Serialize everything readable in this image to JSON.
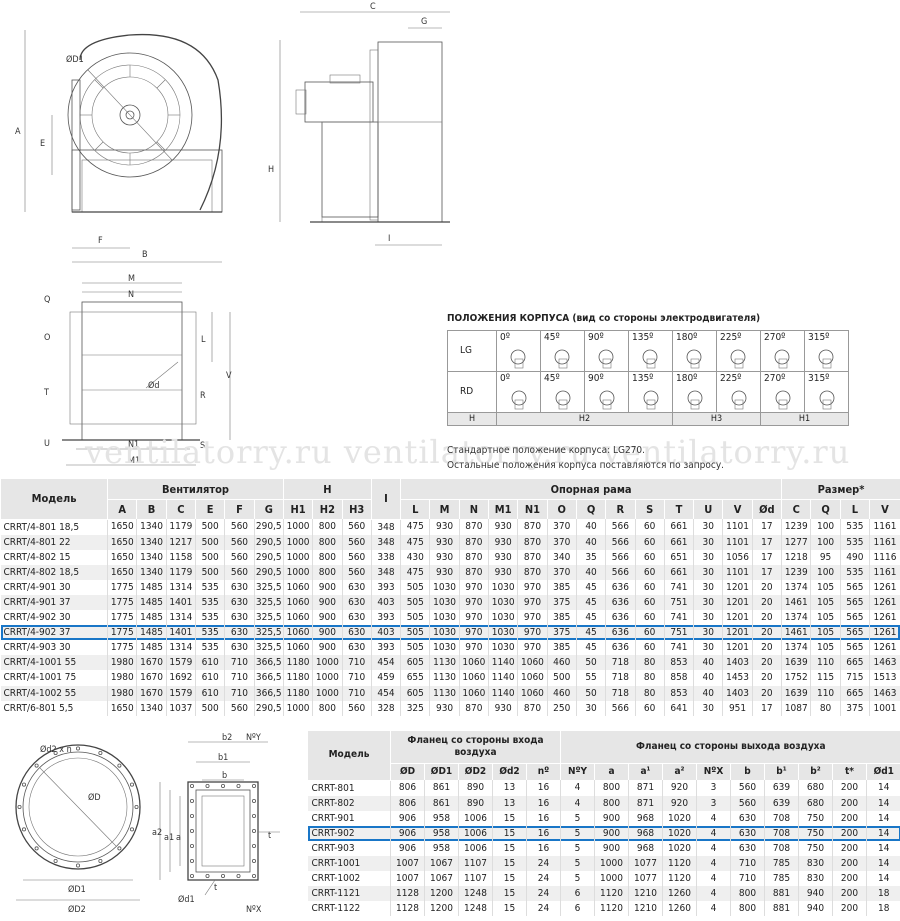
{
  "watermark": "ventilatorry.ru     ventilatorry.ru     ventilatorry.ru",
  "drawing_side": {
    "od1": "ØD1",
    "a": "A",
    "e": "E",
    "f": "F",
    "b": "B"
  },
  "drawing_front": {
    "c": "C",
    "g": "G",
    "h": "H",
    "i": "I"
  },
  "drawing_base": {
    "m": "M",
    "n": "N",
    "q": "Q",
    "o": "O",
    "t": "T",
    "u": "U",
    "l": "L",
    "v": "V",
    "r": "R",
    "s": "S",
    "od": "Ød",
    "n1": "N1",
    "m1": "M1"
  },
  "positions": {
    "title": "ПОЛОЖЕНИЯ КОРПУСА (вид со стороны электродвигателя)",
    "rot_lg": "LG",
    "rot_rd": "RD",
    "angles": [
      "0º",
      "45º",
      "90º",
      "135º",
      "180º",
      "225º",
      "270º",
      "315º"
    ],
    "footer": {
      "h": "H",
      "h2": "H2",
      "h3": "H3",
      "h1": "H1"
    },
    "note1": "Стандартное положение корпуса: LG270.",
    "note2": "Остальные положения корпуса поставляются по запросу."
  },
  "main_table": {
    "header_model": "Модель",
    "header_fan": "Вентилятор",
    "header_h": "H",
    "header_frame": "Опорная рама",
    "header_size": "Размер*",
    "cols_fan": [
      "A",
      "B",
      "C",
      "E",
      "F",
      "G"
    ],
    "cols_h": [
      "H1",
      "H2",
      "H3"
    ],
    "col_i": "I",
    "cols_frame": [
      "L",
      "M",
      "N",
      "M1",
      "N1",
      "O",
      "Q",
      "R",
      "S",
      "T",
      "U",
      "V",
      "Ød"
    ],
    "cols_size": [
      "C",
      "Q",
      "L",
      "V"
    ],
    "rows": [
      {
        "model": "CRRT/4-801 18,5",
        "values": [
          "1650",
          "1340",
          "1179",
          "500",
          "560",
          "290,5",
          "1000",
          "800",
          "560",
          "348",
          "475",
          "930",
          "870",
          "930",
          "870",
          "370",
          "40",
          "566",
          "60",
          "661",
          "30",
          "1101",
          "17",
          "1239",
          "100",
          "535",
          "1161"
        ]
      },
      {
        "model": "CRRT/4-801 22",
        "values": [
          "1650",
          "1340",
          "1217",
          "500",
          "560",
          "290,5",
          "1000",
          "800",
          "560",
          "348",
          "475",
          "930",
          "870",
          "930",
          "870",
          "370",
          "40",
          "566",
          "60",
          "661",
          "30",
          "1101",
          "17",
          "1277",
          "100",
          "535",
          "1161"
        ]
      },
      {
        "model": "CRRT/4-802 15",
        "values": [
          "1650",
          "1340",
          "1158",
          "500",
          "560",
          "290,5",
          "1000",
          "800",
          "560",
          "338",
          "430",
          "930",
          "870",
          "930",
          "870",
          "340",
          "35",
          "566",
          "60",
          "651",
          "30",
          "1056",
          "17",
          "1218",
          "95",
          "490",
          "1116"
        ]
      },
      {
        "model": "CRRT/4-802 18,5",
        "values": [
          "1650",
          "1340",
          "1179",
          "500",
          "560",
          "290,5",
          "1000",
          "800",
          "560",
          "348",
          "475",
          "930",
          "870",
          "930",
          "870",
          "370",
          "40",
          "566",
          "60",
          "661",
          "30",
          "1101",
          "17",
          "1239",
          "100",
          "535",
          "1161"
        ]
      },
      {
        "model": "CRRT/4-901 30",
        "values": [
          "1775",
          "1485",
          "1314",
          "535",
          "630",
          "325,5",
          "1060",
          "900",
          "630",
          "393",
          "505",
          "1030",
          "970",
          "1030",
          "970",
          "385",
          "45",
          "636",
          "60",
          "741",
          "30",
          "1201",
          "20",
          "1374",
          "105",
          "565",
          "1261"
        ]
      },
      {
        "model": "CRRT/4-901 37",
        "values": [
          "1775",
          "1485",
          "1401",
          "535",
          "630",
          "325,5",
          "1060",
          "900",
          "630",
          "403",
          "505",
          "1030",
          "970",
          "1030",
          "970",
          "375",
          "45",
          "636",
          "60",
          "751",
          "30",
          "1201",
          "20",
          "1461",
          "105",
          "565",
          "1261"
        ]
      },
      {
        "model": "CRRT/4-902 30",
        "values": [
          "1775",
          "1485",
          "1314",
          "535",
          "630",
          "325,5",
          "1060",
          "900",
          "630",
          "393",
          "505",
          "1030",
          "970",
          "1030",
          "970",
          "385",
          "45",
          "636",
          "60",
          "741",
          "30",
          "1201",
          "20",
          "1374",
          "105",
          "565",
          "1261"
        ]
      },
      {
        "model": "CRRT/4-902 37",
        "values": [
          "1775",
          "1485",
          "1401",
          "535",
          "630",
          "325,5",
          "1060",
          "900",
          "630",
          "403",
          "505",
          "1030",
          "970",
          "1030",
          "970",
          "375",
          "45",
          "636",
          "60",
          "751",
          "30",
          "1201",
          "20",
          "1461",
          "105",
          "565",
          "1261"
        ]
      },
      {
        "model": "CRRT/4-903 30",
        "values": [
          "1775",
          "1485",
          "1314",
          "535",
          "630",
          "325,5",
          "1060",
          "900",
          "630",
          "393",
          "505",
          "1030",
          "970",
          "1030",
          "970",
          "385",
          "45",
          "636",
          "60",
          "741",
          "30",
          "1201",
          "20",
          "1374",
          "105",
          "565",
          "1261"
        ]
      },
      {
        "model": "CRRT/4-1001 55",
        "values": [
          "1980",
          "1670",
          "1579",
          "610",
          "710",
          "366,5",
          "1180",
          "1000",
          "710",
          "454",
          "605",
          "1130",
          "1060",
          "1140",
          "1060",
          "460",
          "50",
          "718",
          "80",
          "853",
          "40",
          "1403",
          "20",
          "1639",
          "110",
          "665",
          "1463"
        ]
      },
      {
        "model": "CRRT/4-1001 75",
        "values": [
          "1980",
          "1670",
          "1692",
          "610",
          "710",
          "366,5",
          "1180",
          "1000",
          "710",
          "459",
          "655",
          "1130",
          "1060",
          "1140",
          "1060",
          "500",
          "55",
          "718",
          "80",
          "858",
          "40",
          "1453",
          "20",
          "1752",
          "115",
          "715",
          "1513"
        ]
      },
      {
        "model": "CRRT/4-1002 55",
        "values": [
          "1980",
          "1670",
          "1579",
          "610",
          "710",
          "366,5",
          "1180",
          "1000",
          "710",
          "454",
          "605",
          "1130",
          "1060",
          "1140",
          "1060",
          "460",
          "50",
          "718",
          "80",
          "853",
          "40",
          "1403",
          "20",
          "1639",
          "110",
          "665",
          "1463"
        ]
      },
      {
        "model": "CRRT/6-801 5,5",
        "values": [
          "1650",
          "1340",
          "1037",
          "500",
          "560",
          "290,5",
          "1000",
          "800",
          "560",
          "328",
          "325",
          "930",
          "870",
          "930",
          "870",
          "250",
          "30",
          "566",
          "60",
          "641",
          "30",
          "951",
          "17",
          "1087",
          "80",
          "375",
          "1001"
        ]
      }
    ]
  },
  "drawing_round": {
    "od2n": "Ød2 x n",
    "od": "ØD",
    "od1": "ØD1",
    "od2": "ØD2"
  },
  "drawing_rect": {
    "b2": "b2",
    "b1": "b1",
    "b": "b",
    "noy": "NºY",
    "nox": "NºX",
    "a2": "a2",
    "a1": "a1",
    "a": "a",
    "t": "t",
    "od1": "Ød1"
  },
  "flange_table": {
    "header_model": "Модель",
    "header_inlet": "Фланец со стороны входа воздуха",
    "header_outlet": "Фланец со стороны выхода воздуха",
    "cols": [
      "ØD",
      "ØD1",
      "ØD2",
      "Ød2",
      "nº",
      "NºY",
      "a",
      "a¹",
      "a²",
      "NºX",
      "b",
      "b¹",
      "b²",
      "t*",
      "Ød1"
    ],
    "rows": [
      {
        "model": "CRRT-801",
        "values": [
          "806",
          "861",
          "890",
          "13",
          "16",
          "4",
          "800",
          "871",
          "920",
          "3",
          "560",
          "639",
          "680",
          "200",
          "14"
        ]
      },
      {
        "model": "CRRT-802",
        "values": [
          "806",
          "861",
          "890",
          "13",
          "16",
          "4",
          "800",
          "871",
          "920",
          "3",
          "560",
          "639",
          "680",
          "200",
          "14"
        ]
      },
      {
        "model": "CRRT-901",
        "values": [
          "906",
          "958",
          "1006",
          "15",
          "16",
          "5",
          "900",
          "968",
          "1020",
          "4",
          "630",
          "708",
          "750",
          "200",
          "14"
        ]
      },
      {
        "model": "CRRT-902",
        "values": [
          "906",
          "958",
          "1006",
          "15",
          "16",
          "5",
          "900",
          "968",
          "1020",
          "4",
          "630",
          "708",
          "750",
          "200",
          "14"
        ]
      },
      {
        "model": "CRRT-903",
        "values": [
          "906",
          "958",
          "1006",
          "15",
          "16",
          "5",
          "900",
          "968",
          "1020",
          "4",
          "630",
          "708",
          "750",
          "200",
          "14"
        ]
      },
      {
        "model": "CRRT-1001",
        "values": [
          "1007",
          "1067",
          "1107",
          "15",
          "24",
          "5",
          "1000",
          "1077",
          "1120",
          "4",
          "710",
          "785",
          "830",
          "200",
          "14"
        ]
      },
      {
        "model": "CRRT-1002",
        "values": [
          "1007",
          "1067",
          "1107",
          "15",
          "24",
          "5",
          "1000",
          "1077",
          "1120",
          "4",
          "710",
          "785",
          "830",
          "200",
          "14"
        ]
      },
      {
        "model": "CRRT-1121",
        "values": [
          "1128",
          "1200",
          "1248",
          "15",
          "24",
          "6",
          "1120",
          "1210",
          "1260",
          "4",
          "800",
          "881",
          "940",
          "200",
          "18"
        ]
      },
      {
        "model": "CRRT-1122",
        "values": [
          "1128",
          "1200",
          "1248",
          "15",
          "24",
          "6",
          "1120",
          "1210",
          "1260",
          "4",
          "800",
          "881",
          "940",
          "200",
          "18"
        ]
      }
    ]
  },
  "highlight": {
    "main_model": "CRRT/4-902 37",
    "flange_model": "CRRT-902",
    "color": "#1976c7"
  }
}
